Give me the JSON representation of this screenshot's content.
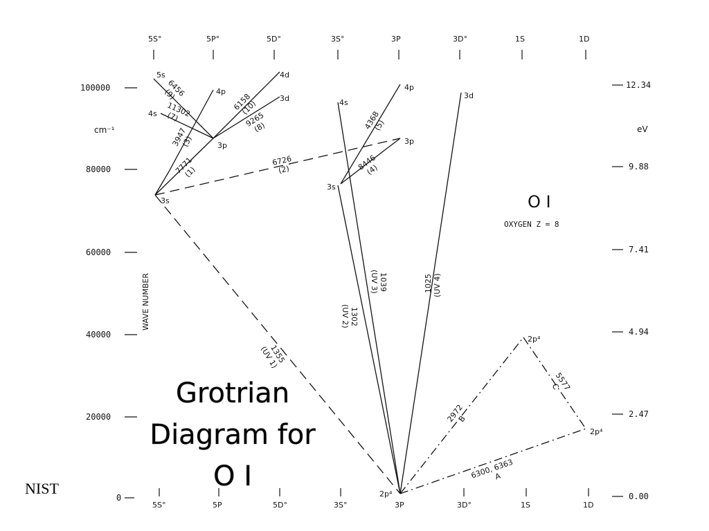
{
  "overlay_title": [
    "Grotrian",
    "Diagram for",
    "O I"
  ],
  "source": "NIST",
  "atom": {
    "name": "O I",
    "subtitle": "OXYGEN  Z = 8"
  },
  "left_axis": {
    "unit": "cm⁻¹",
    "title": "WAVE NUMBER",
    "ticks": [
      "100000",
      "80000",
      "60000",
      "40000",
      "20000",
      "0"
    ]
  },
  "right_axis": {
    "unit": "eV",
    "ticks": [
      "12.34",
      "9.88",
      "7.41",
      "4.94",
      "2.47",
      "0.00"
    ]
  },
  "top_terms": [
    "5S°",
    "5P°",
    "5D°",
    "3S°",
    "3P",
    "3D°",
    "1S",
    "1D"
  ],
  "bottom_terms": [
    "5S°",
    "5P",
    "5D°",
    "3S°",
    "3P",
    "3D°",
    "1S",
    "1D"
  ],
  "levels": {
    "l_5s": "5s",
    "l_4s_q": "4s",
    "l_3s_q": "3s",
    "l_4p_q": "4p",
    "l_3p_q": "3p",
    "l_4d": "4d",
    "l_3d_q": "3d",
    "l_4s_t": "4s",
    "l_3s_t": "3s",
    "l_4p_t": "4p",
    "l_3p_t": "3p",
    "l_3d_t": "3d",
    "l_2p4_g": "2p⁴",
    "l_2p4_1S": "2p⁴",
    "l_2p4_1D": "2p⁴"
  },
  "transitions": {
    "t6456": [
      "6456",
      "(9)"
    ],
    "t11302": [
      "11302",
      "(7)"
    ],
    "t3947": [
      "3947",
      "(3)"
    ],
    "t7771": [
      "7771",
      "(1)"
    ],
    "t6158": [
      "6158",
      "(10)"
    ],
    "t9265": [
      "9265",
      "(8)"
    ],
    "t6726": [
      "6726",
      "(2)"
    ],
    "t4368": [
      "4368",
      "(5)"
    ],
    "t8446": [
      "8446",
      "(4)"
    ],
    "t1355": [
      "1355",
      "(UV 1)"
    ],
    "t1302": [
      "1302",
      "(UV 2)"
    ],
    "t1039": [
      "1039",
      "(UV 3)"
    ],
    "t1025": [
      "1025",
      "(UV 4)"
    ],
    "t2972": [
      "2972",
      "B"
    ],
    "t5577": [
      "5577",
      "C"
    ],
    "t6300": [
      "6300, 6363",
      "A"
    ]
  }
}
